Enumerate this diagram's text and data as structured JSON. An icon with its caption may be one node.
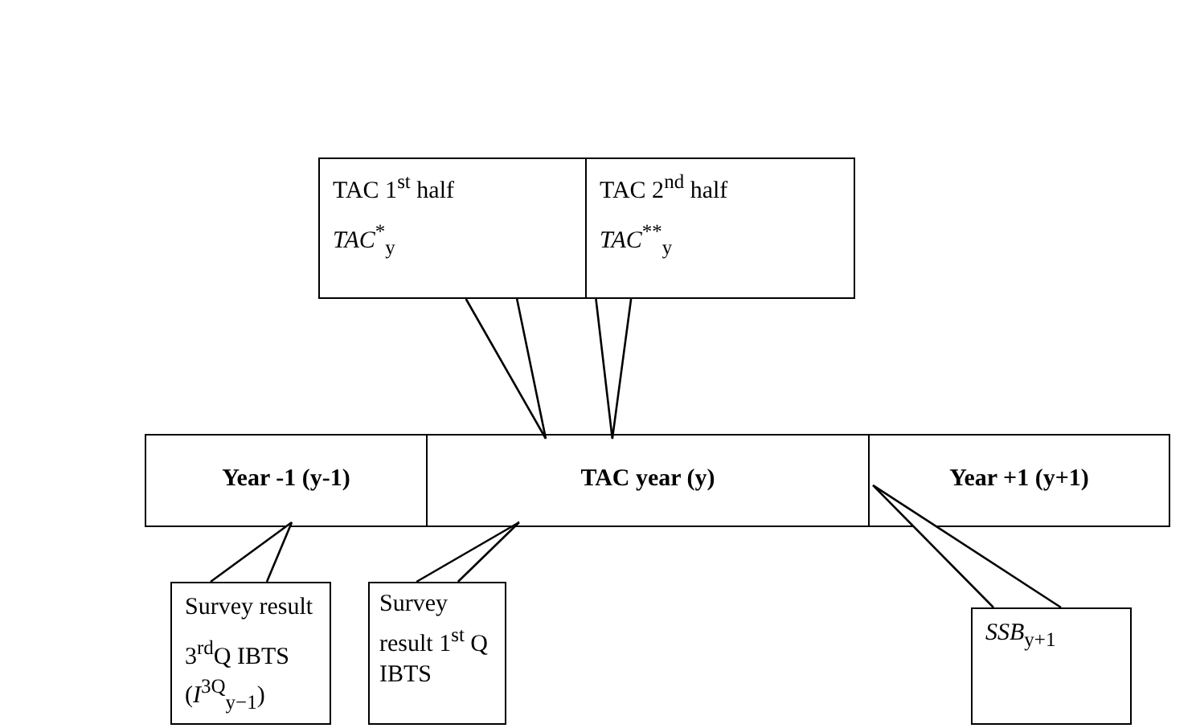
{
  "diagram": {
    "nodes": [
      {
        "text": [
          "**Year -1 (y-1)**"
        ]
      },
      {
        "text": [
          "**TAC year (y)**"
        ]
      },
      {
        "text": [
          "**Year +1 (y+1)**"
        ]
      },
      {
        "text": [
          "TAC 1$^{st}$ half",
          "*TAC*$^{*}$$_{y}$"
        ]
      },
      {
        "text": [
          "TAC 2$^{nd}$ half",
          "*TAC*$^{**}$$_{y}$"
        ]
      },
      {
        "text": [
          "Survey result",
          "3$^{rd}$Q IBTS (*I*$^{3Q}$$_{y−1}$)"
        ]
      },
      {
        "text": [
          "Survey result 1$^{st}$ Q IBTS"
        ]
      },
      {
        "text": [
          "*SSB*$_{y+1}$"
        ]
      }
    ],
    "edges": [
      {
        "from": 3,
        "to": 1,
        "arrow": "none"
      },
      {
        "from": 4,
        "to": 1,
        "arrow": "none"
      },
      {
        "from": 5,
        "to": 0,
        "arrow": "none"
      },
      {
        "from": 6,
        "to": 1,
        "arrow": "none"
      },
      {
        "from": 7,
        "to": 2,
        "arrow": "none"
      }
    ]
  }
}
